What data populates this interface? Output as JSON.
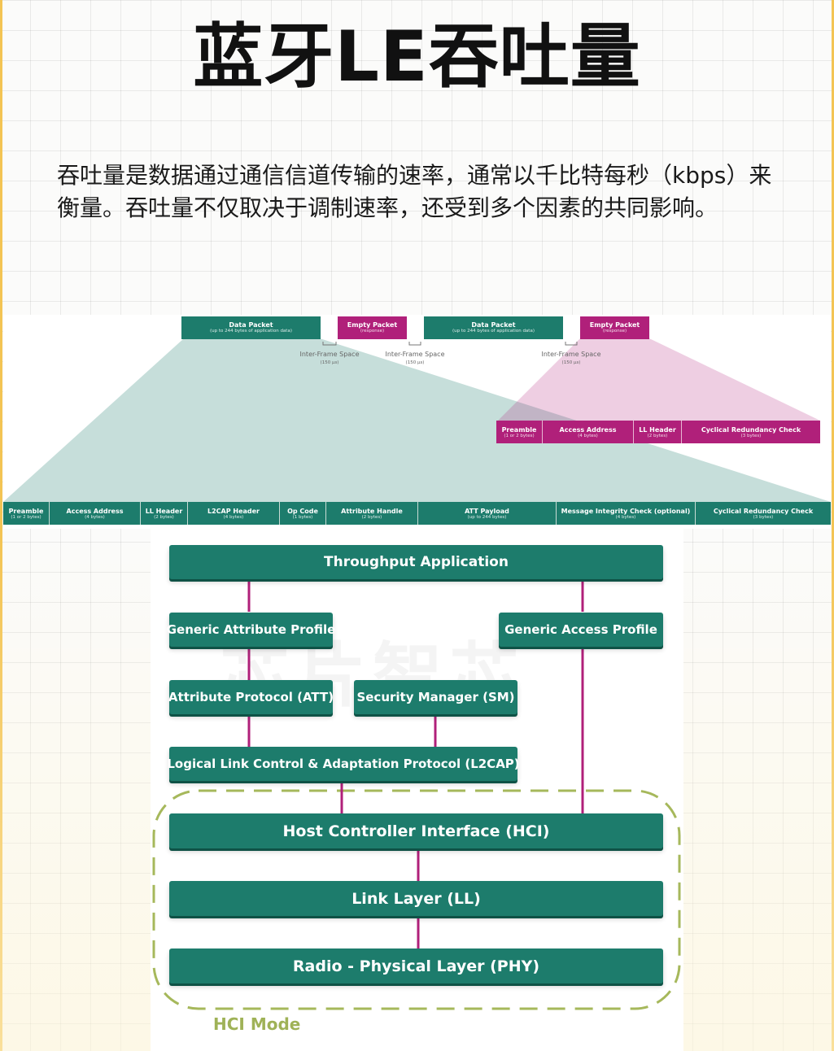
{
  "title": "蓝牙LE吞吐量",
  "intro": "吞吐量是数据通过通信信道传输的速率，通常以千比特每秒（kbps）来衡量。吞吐量不仅取决于调制速率，还受到多个因素的共同影响。",
  "colors": {
    "teal": "#1d7c6c",
    "magenta": "#b0207a",
    "hci_dash": "#a6b85b"
  },
  "top_packets": [
    {
      "title": "Data Packet",
      "sub": "(up to 244 bytes of application data)",
      "kind": "data"
    },
    {
      "title": "Empty Packet",
      "sub": "(response)",
      "kind": "empty"
    },
    {
      "title": "Data Packet",
      "sub": "(up to 244 bytes of application data)",
      "kind": "data"
    },
    {
      "title": "Empty Packet",
      "sub": "(response)",
      "kind": "empty"
    }
  ],
  "ifs": [
    {
      "label": "Inter-Frame Space",
      "sub": "(150 µs)"
    },
    {
      "label": "Inter-Frame Space",
      "sub": "(150 µs)"
    },
    {
      "label": "Inter-Frame Space",
      "sub": "(150 µs)"
    }
  ],
  "empty_fields": [
    {
      "title": "Preamble",
      "sub": "(1 or 2 bytes)"
    },
    {
      "title": "Access Address",
      "sub": "(4 bytes)"
    },
    {
      "title": "LL Header",
      "sub": "(2 bytes)"
    },
    {
      "title": "Cyclical Redundancy Check",
      "sub": "(3 bytes)"
    }
  ],
  "data_fields": [
    {
      "title": "Preamble",
      "sub": "(1 or 2 bytes)"
    },
    {
      "title": "Access Address",
      "sub": "(4 bytes)"
    },
    {
      "title": "LL Header",
      "sub": "(2 bytes)"
    },
    {
      "title": "L2CAP Header",
      "sub": "(4 bytes)"
    },
    {
      "title": "Op Code",
      "sub": "(1 bytes)"
    },
    {
      "title": "Attribute Handle",
      "sub": "(2 bytes)"
    },
    {
      "title": "ATT Payload",
      "sub": "(up to 244 bytes)"
    },
    {
      "title": "Message Integrity Check (optional)",
      "sub": "(4 bytes)"
    },
    {
      "title": "Cyclical Redundancy Check",
      "sub": "(3 bytes)"
    }
  ],
  "stack": {
    "app": "Throughput Application",
    "gatt": "Generic Attribute Profile",
    "gap": "Generic Access Profile",
    "att": "Attribute Protocol (ATT)",
    "sm": "Security Manager (SM)",
    "l2cap": "Logical Link Control & Adaptation Protocol (L2CAP)",
    "hci": "Host Controller Interface (HCI)",
    "ll": "Link Layer (LL)",
    "phy": "Radio - Physical Layer (PHY)",
    "hci_mode": "HCI Mode"
  }
}
